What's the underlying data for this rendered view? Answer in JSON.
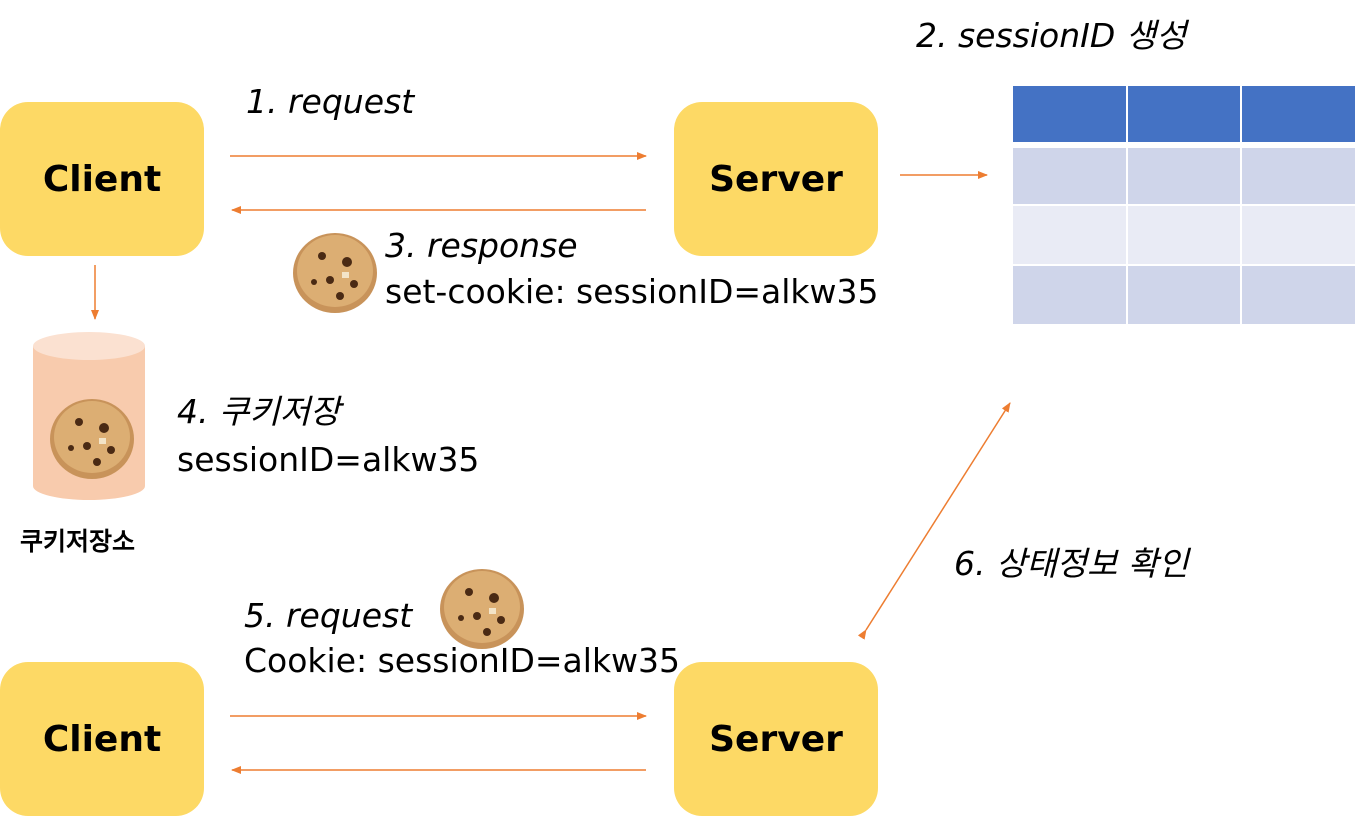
{
  "colors": {
    "box_fill": "#fdd965",
    "arrow": "#ed7d31",
    "table_header": "#4472c4",
    "table_row_dark": "#cfd5ea",
    "table_row_light": "#e9ebf5",
    "db_fill": "#f8cbad",
    "db_top": "#fbe1d1"
  },
  "nodes": {
    "client_top": "Client",
    "server_top": "Server",
    "client_bottom": "Client",
    "server_bottom": "Server"
  },
  "steps": {
    "step1": "1. request",
    "step2": "2. sessionID 생성",
    "step3_title": "3. response",
    "step3_detail": "set-cookie: sessionID=alkw35",
    "step4_title": "4. 쿠키저장",
    "step4_detail": "sessionID=alkw35",
    "step5_title": "5. request",
    "step5_detail": "Cookie: sessionID=alkw35",
    "step6": "6. 상태정보 확인"
  },
  "cookie_store": {
    "label": "쿠키저장소"
  },
  "icons": {
    "cookie": "cookie-icon",
    "database": "database-icon",
    "session_table": "session-table-icon"
  }
}
